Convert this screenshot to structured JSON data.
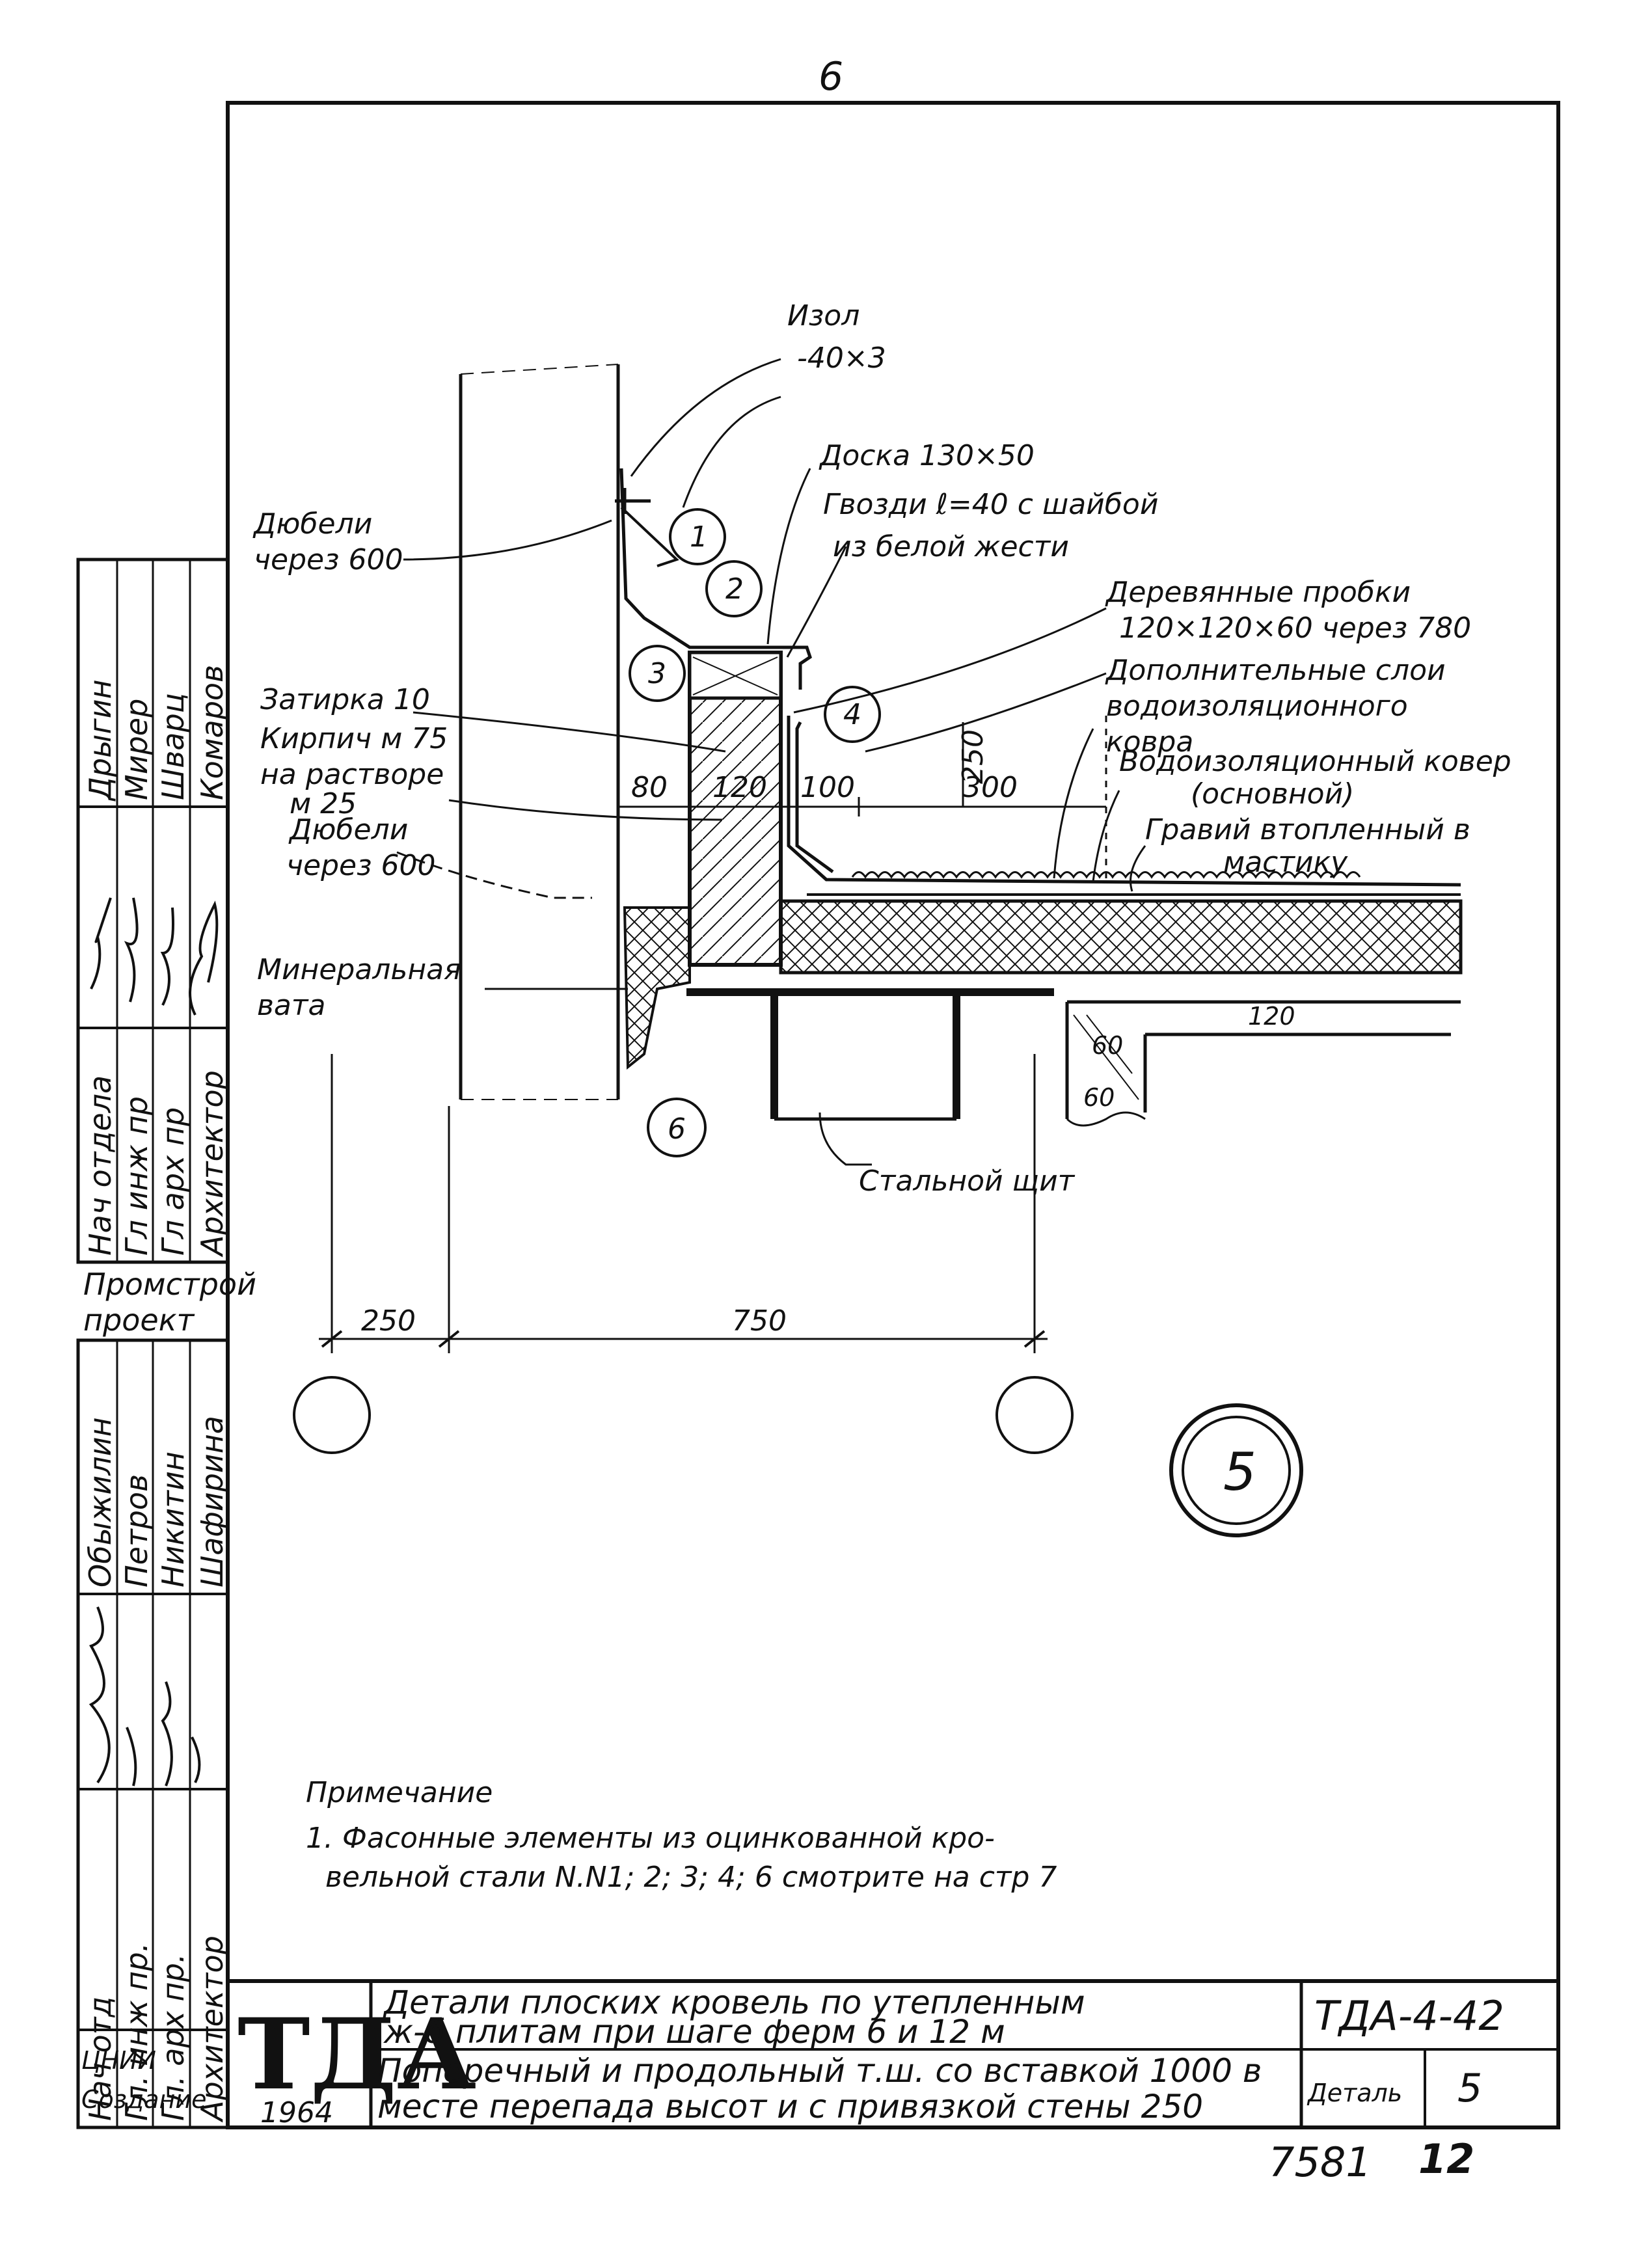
{
  "page": {
    "sheet_number": "6",
    "footer_number": "7581",
    "footer_page": "12"
  },
  "drawing": {
    "labels": {
      "izol_1": "Изол",
      "izol_2": "-40×3",
      "doska": "Доска 130×50",
      "gvozdi_1": "Гвозди ℓ=40 с шайбой",
      "gvozdi_2": "из белой жести",
      "dubeli_top_1": "Дюбели",
      "dubeli_top_2": "через 600",
      "probki_1": "Деревянные пробки",
      "probki_2": "120×120×60 через 780",
      "dop_sloi_1": "Дополнительные слои",
      "dop_sloi_2": "водоизоляционного",
      "dop_sloi_3": "ковра",
      "zatirka": "Затирка 10",
      "kirpich_1": "Кирпич м 75",
      "kirpich_2": "на растворе",
      "kirpich_3": "м 25",
      "vodoiz_1": "Водоизоляционный ковер",
      "vodoiz_2": "(основной)",
      "graviy_1": "Гравий втопленный в",
      "graviy_2": "мастику",
      "dubeli_bot_1": "Дюбели",
      "dubeli_bot_2": "через 600",
      "mineral_1": "Минеральная",
      "mineral_2": "вата",
      "stalnoy": "Стальной щит"
    },
    "dims": {
      "d80": "80",
      "d120": "120",
      "d100": "100",
      "d300": "300",
      "d250v": "250",
      "d250": "250",
      "d750": "750",
      "d60a": "60",
      "d60b": "60",
      "d120b": "120"
    },
    "markers": [
      "1",
      "2",
      "3",
      "4",
      "6"
    ],
    "detail_mark": "5"
  },
  "note": {
    "title": "Примечание",
    "line1": "1. Фасонные элементы из оцинкованной кро-",
    "line2": "вельной стали N.N1; 2; 3; 4; 6 смотрите на стр 7"
  },
  "side_stamp": {
    "upper": {
      "roles": [
        "Нач отдела",
        "Гл инж пр",
        "Гл арх пр",
        "Архитектор"
      ],
      "names": [
        "Дрыгин",
        "Мирер",
        "Шварц",
        "Комаров"
      ]
    },
    "org": [
      "Промстрой",
      "проект"
    ],
    "lower": {
      "roles": [
        "Нач отд",
        "Гл. инж пр.",
        "Гл. арх пр.",
        "Архитектор"
      ],
      "names": [
        "Обыжилин",
        "Петров",
        "Никитин",
        "Шафирина"
      ]
    },
    "bottom": [
      "ЦНИИ",
      "Создание"
    ]
  },
  "title_block": {
    "logo": "ТДА",
    "year": "1964",
    "title_line1": "Детали плоских кровель по утепленным",
    "title_line2": "ж-б плитам при шаге ферм 6 и 12 м",
    "subtitle_line1": "Поперечный и продольный т.ш. со вставкой 1000 в",
    "subtitle_line2": "месте перепада высот и с привязкой стены 250",
    "code": "ТДА-4-42",
    "detail_label": "Деталь",
    "detail_number": "5"
  }
}
